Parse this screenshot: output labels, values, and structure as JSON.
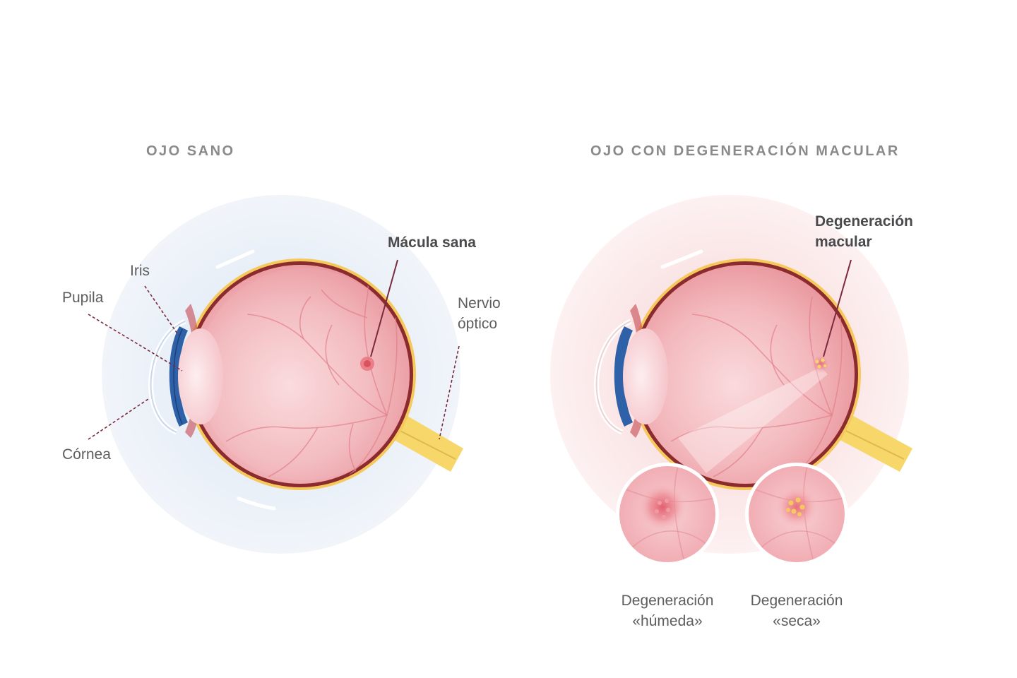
{
  "titles": {
    "healthy": "OJO SANO",
    "diseased": "OJO CON DEGENERACIÓN MACULAR"
  },
  "healthy_labels": {
    "iris": "Iris",
    "pupil": "Pupila",
    "cornea": "Córnea",
    "macula": "Mácula sana",
    "optic_nerve_line1": "Nervio",
    "optic_nerve_line2": "óptico"
  },
  "diseased_labels": {
    "macular_degeneration_line1": "Degeneración",
    "macular_degeneration_line2": "macular",
    "wet_line1": "Degeneración",
    "wet_line2": "«húmeda»",
    "dry_line1": "Degeneración",
    "dry_line2": "«seca»"
  },
  "colors": {
    "healthy_halo": "#eaf0f8",
    "diseased_halo": "#fcecec",
    "eyeball": "#f2b2b7",
    "sclera_outline": "#8c2b2e",
    "retina_layer": "#f6c95c",
    "iris": "#2f61a8",
    "optic_nerve": "#f7d76a",
    "leader_line": "#7a2a3c"
  }
}
